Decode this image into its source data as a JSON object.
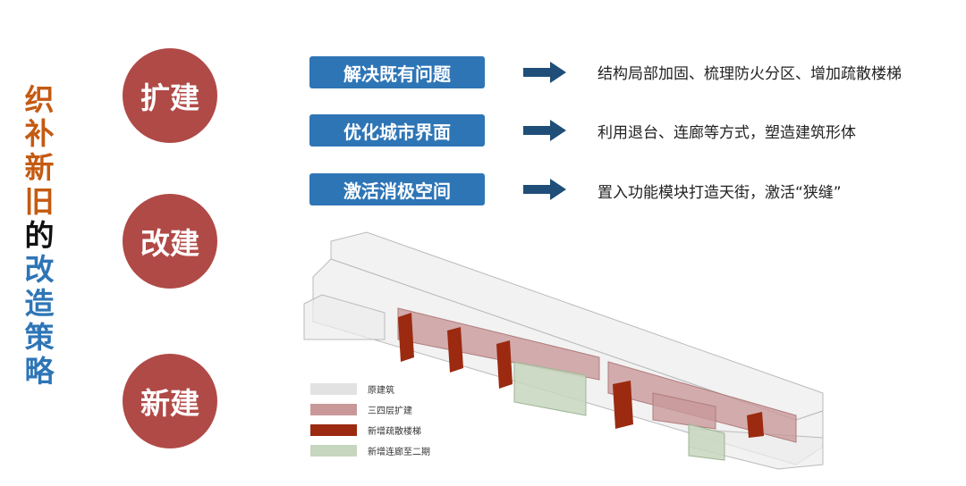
{
  "title": {
    "part1": [
      "织",
      "补",
      "新",
      "旧"
    ],
    "part2": [
      "的"
    ],
    "part3": [
      "改",
      "造",
      "策",
      "略"
    ],
    "colors": {
      "part1": "#c55a11",
      "part2": "#111111",
      "part3": "#2e75b6"
    }
  },
  "circles": [
    "扩建",
    "改建",
    "新建"
  ],
  "strategies": [
    {
      "label": "解决既有问题",
      "desc": "结构局部加固、梳理防火分区、增加疏散楼梯"
    },
    {
      "label": "优化城市界面",
      "desc": "利用退台、连廊等方式，塑造建筑形体"
    },
    {
      "label": "激活消极空间",
      "desc": "置入功能模块打造天街，激活“狭缝”"
    }
  ],
  "legend": [
    {
      "label": "原建筑",
      "color": "#e2e2e2"
    },
    {
      "label": "三四层扩建",
      "color": "#c9999a"
    },
    {
      "label": "新增疏散楼梯",
      "color": "#9b2a10"
    },
    {
      "label": "新增连廊至二期",
      "color": "#c7d6be"
    }
  ]
}
